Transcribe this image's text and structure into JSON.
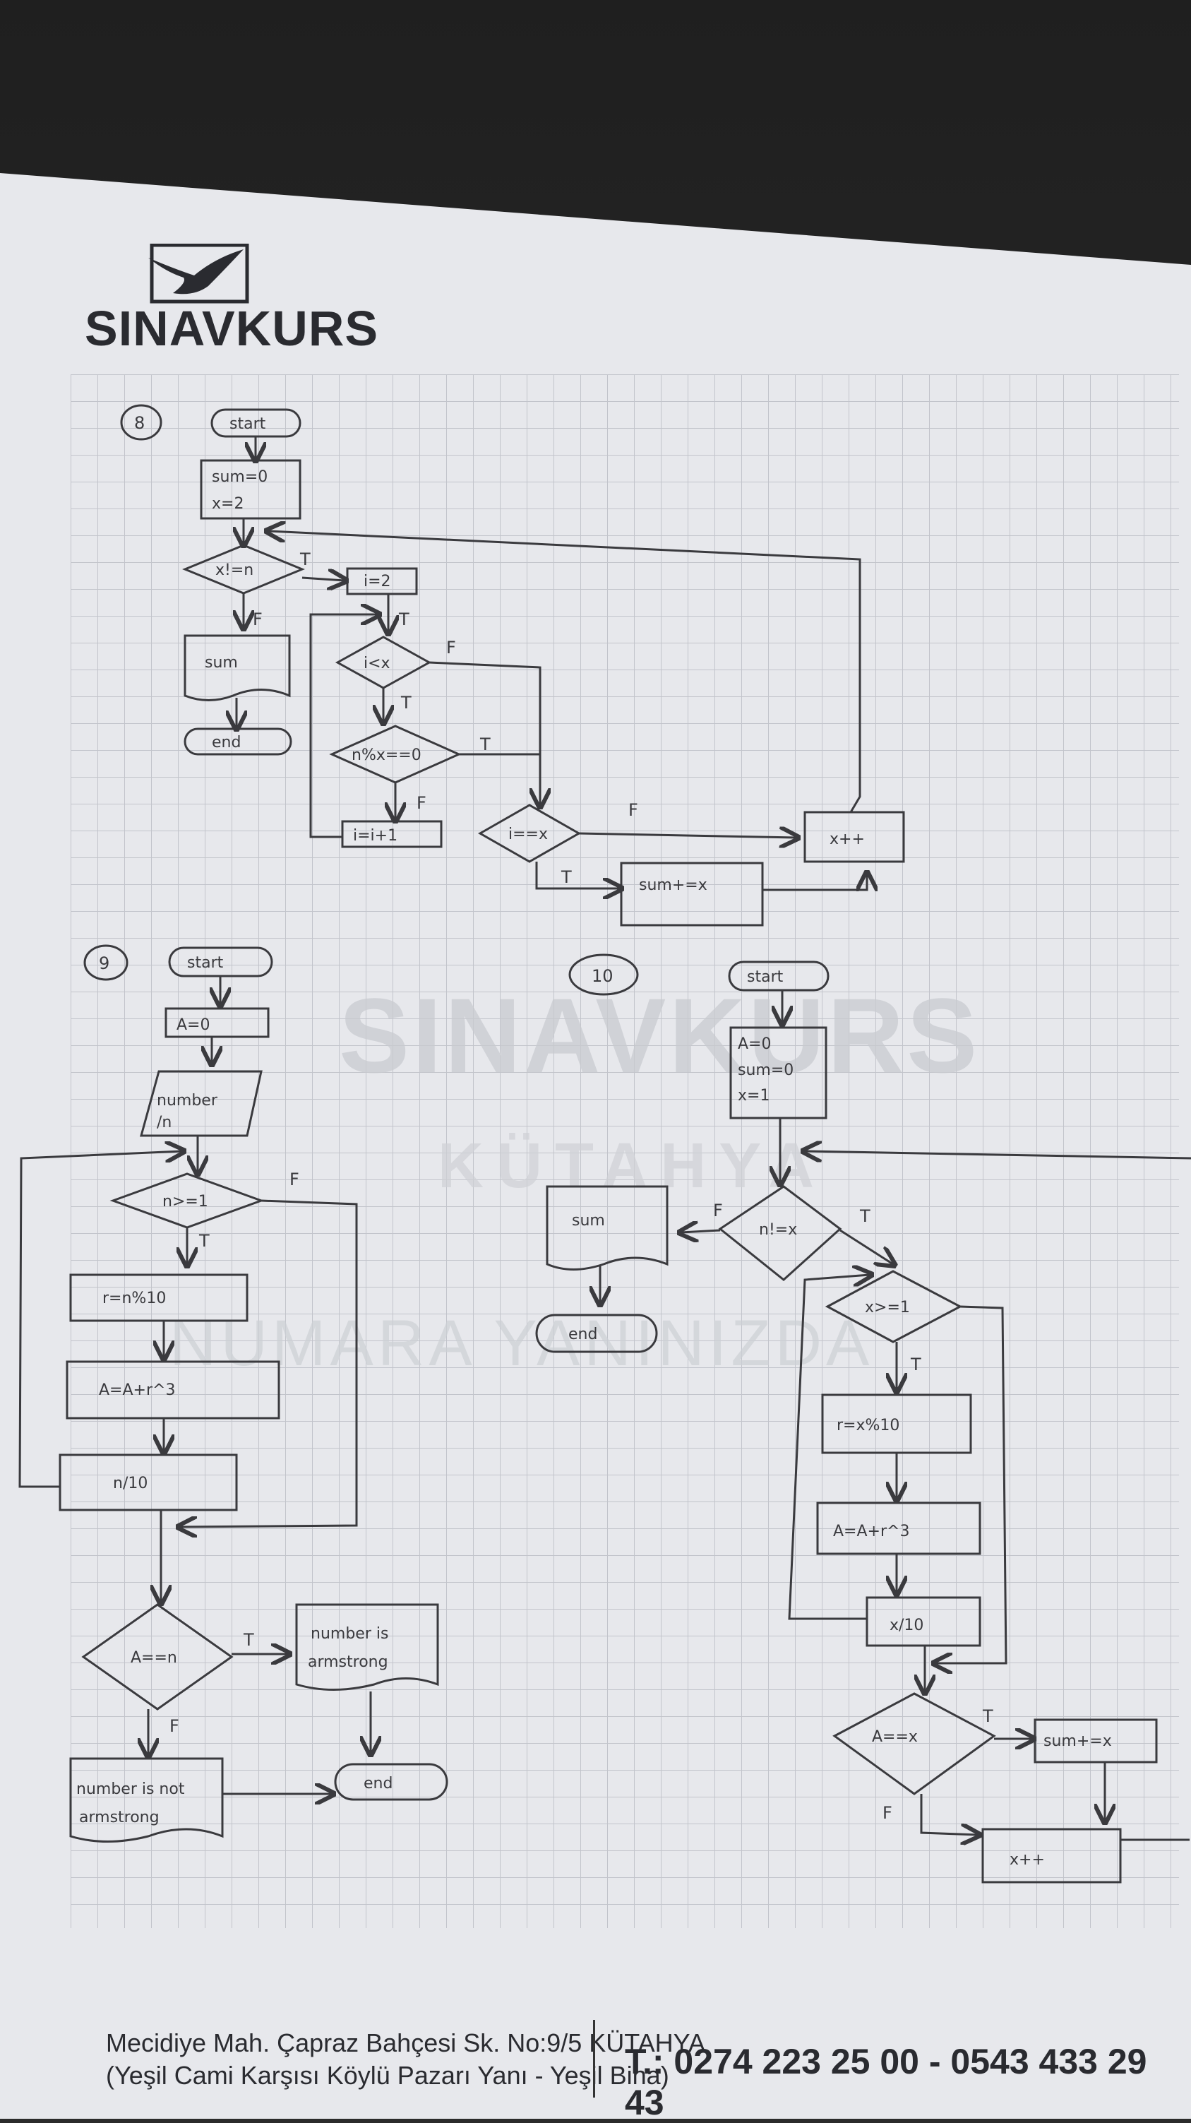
{
  "brand": "SINAVKURS",
  "watermark": {
    "main": "SINAVKURS",
    "city": "KÜTAHYA",
    "slogan": "NUMARA YANINIZDA"
  },
  "footer": {
    "address_line1": "Mecidiye Mah. Çapraz Bahçesi Sk. No:9/5 KÜTAHYA",
    "address_line2": "(Yeşil Cami Karşısı Köylü Pazarı Yanı - Yeşil Bina)",
    "phone": "T.: 0274 223 25 00 - 0543 433 29 43"
  },
  "flow8": {
    "number": "8",
    "start": "start",
    "init1": "sum=0",
    "init2": "x=2",
    "cond_main": "x!=n",
    "output": "sum",
    "end": "end",
    "i_init": "i=2",
    "cond_i": "i<x",
    "cond_mod": "n%x==0",
    "incr_i": "i=i+1",
    "cond_eq": "i==x",
    "sum_add": "sum+=x",
    "x_inc": "x++",
    "T": "T",
    "F": "F"
  },
  "flow9": {
    "number": "9",
    "start": "start",
    "init": "A=0",
    "input1": "number",
    "input2": "/n",
    "cond": "n>=1",
    "mod": "r=n%10",
    "acc": "A=A+r^3",
    "div": "n/10",
    "cond_eq": "A==n",
    "yes1": "number is",
    "yes2": "armstrong",
    "no1": "number is not",
    "no2": "armstrong",
    "end": "end",
    "T": "T",
    "F": "F"
  },
  "flow10": {
    "number": "10",
    "start": "start",
    "init1": "A=0",
    "init2": "sum=0",
    "init3": "x=1",
    "cond_main": "n!=x",
    "output": "sum",
    "end": "end",
    "cond_x": "x>=1",
    "mod": "r=x%10",
    "acc": "A=A+r^3",
    "div": "x/10",
    "cond_eq": "A==x",
    "sum_add": "sum+=x",
    "x_inc": "x++",
    "T": "T",
    "F": "F"
  }
}
